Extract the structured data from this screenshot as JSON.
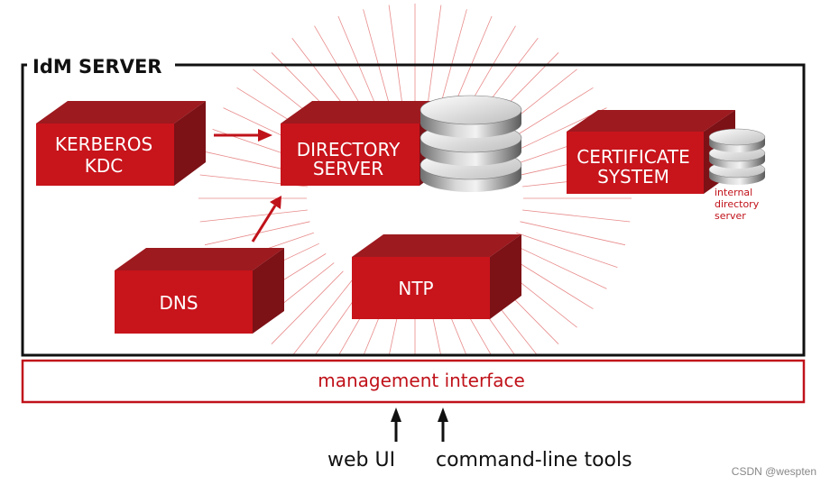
{
  "server": {
    "title": "IdM SERVER"
  },
  "components": {
    "kerberos": {
      "line1": "KERBEROS",
      "line2": "KDC"
    },
    "directory": {
      "line1": "DIRECTORY",
      "line2": "SERVER"
    },
    "certificate": {
      "line1": "CERTIFICATE",
      "line2": "SYSTEM"
    },
    "dns": {
      "line1": "DNS"
    },
    "ntp": {
      "line1": "NTP"
    },
    "internal_db": {
      "line1": "internal",
      "line2": "directory",
      "line3": "server"
    }
  },
  "management": {
    "label": "management interface"
  },
  "clients": {
    "web": "web UI",
    "cli": "command-line tools"
  },
  "watermark": "CSDN @wespten",
  "colors": {
    "front": "#c8141b",
    "top": "#9d1a1f",
    "side": "#7c1116",
    "accent": "#c0121a",
    "rays": "#e88a8a"
  }
}
